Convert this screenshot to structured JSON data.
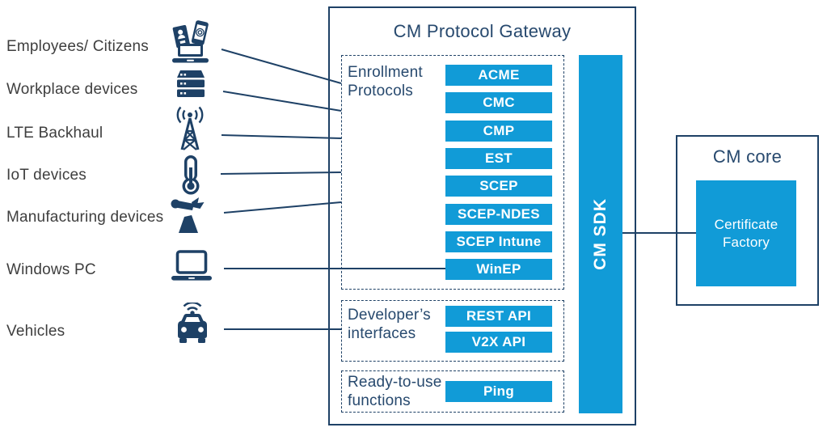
{
  "palette": {
    "navy_line": "#1E4166",
    "navy_heading": "#27496E",
    "accent_blue": "#119BD7",
    "label_gray": "#3E3E3E",
    "background": "#FFFFFF",
    "chip_text": "#FFFFFF"
  },
  "sources": [
    {
      "label": "Employees/ Citizens",
      "icon": "identity-devices-icon"
    },
    {
      "label": "Workplace devices",
      "icon": "server-stack-icon"
    },
    {
      "label": "LTE Backhaul",
      "icon": "radio-tower-icon"
    },
    {
      "label": "IoT devices",
      "icon": "thermometer-icon"
    },
    {
      "label": "Manufacturing devices",
      "icon": "robot-arm-icon"
    },
    {
      "label": "Windows PC",
      "icon": "laptop-icon"
    },
    {
      "label": "Vehicles",
      "icon": "connected-car-icon"
    }
  ],
  "gateway": {
    "title": "CM Protocol Gateway",
    "sdk_label": "CM SDK",
    "groups": [
      {
        "label": "Enrollment Protocols",
        "items": [
          "ACME",
          "CMC",
          "CMP",
          "EST",
          "SCEP",
          "SCEP-NDES",
          "SCEP Intune",
          "WinEP"
        ]
      },
      {
        "label": "Developer’s interfaces",
        "items": [
          "REST API",
          "V2X API"
        ]
      },
      {
        "label": "Ready-to-use functions",
        "items": [
          "Ping"
        ]
      }
    ]
  },
  "core": {
    "title": "CM core",
    "factory_label": "Certificate Factory"
  }
}
